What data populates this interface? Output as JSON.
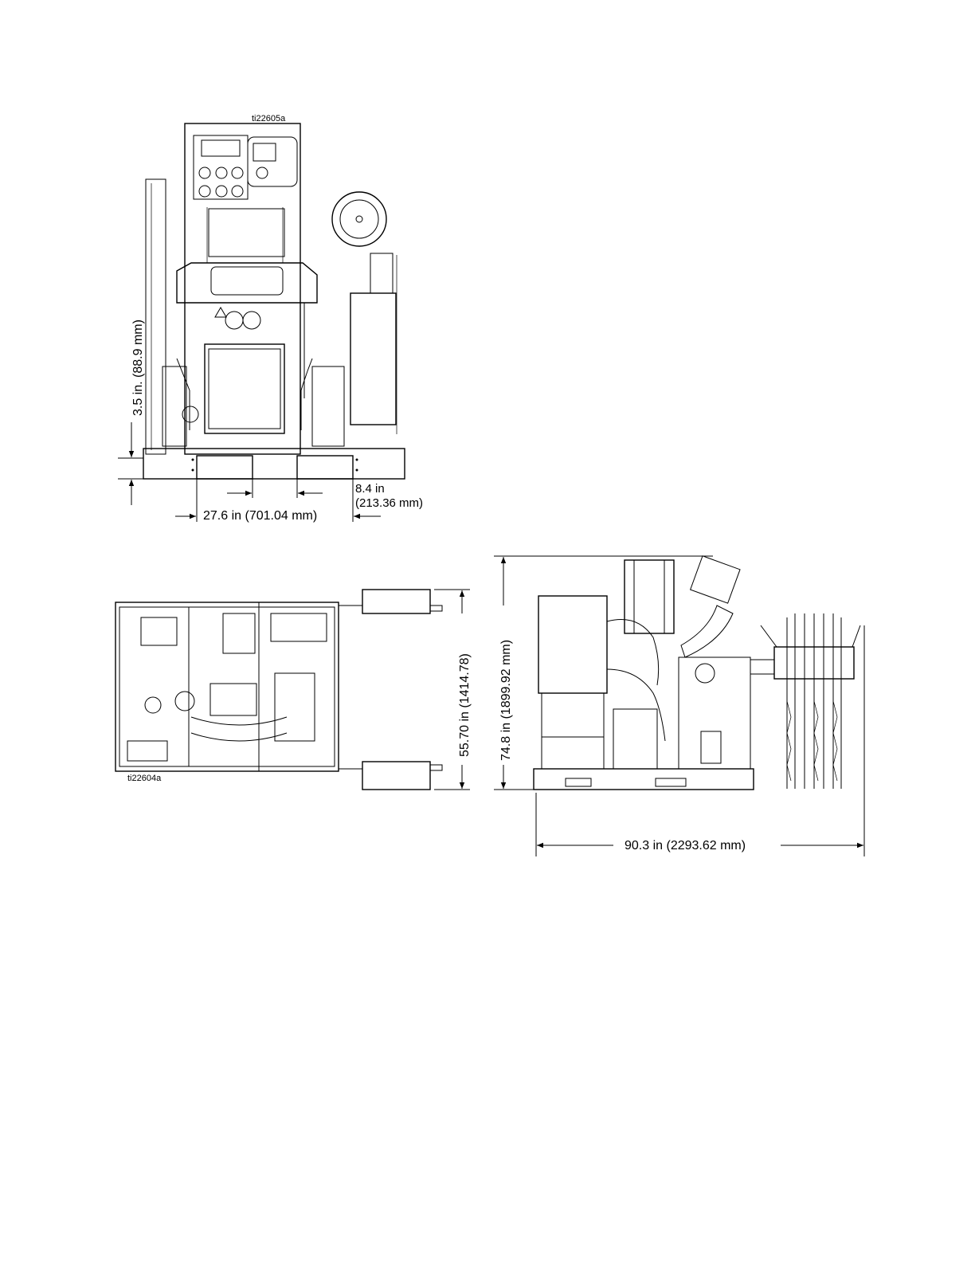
{
  "figure_ids": {
    "front_view": "ti22605a",
    "top_view": "ti22604a"
  },
  "dimensions": {
    "skid_height": "3.5 in. (88.9 mm)",
    "fork_pocket_spacing": "27.6 in (701.04 mm)",
    "fork_pocket_width_in": "8.4 in",
    "fork_pocket_width_mm": "(213.36 mm)",
    "overall_width": "55.70 in   (1414.78)",
    "overall_height": "74.8 in (1899.92 mm)",
    "overall_length": "90.3 in (2293.62 mm)"
  }
}
